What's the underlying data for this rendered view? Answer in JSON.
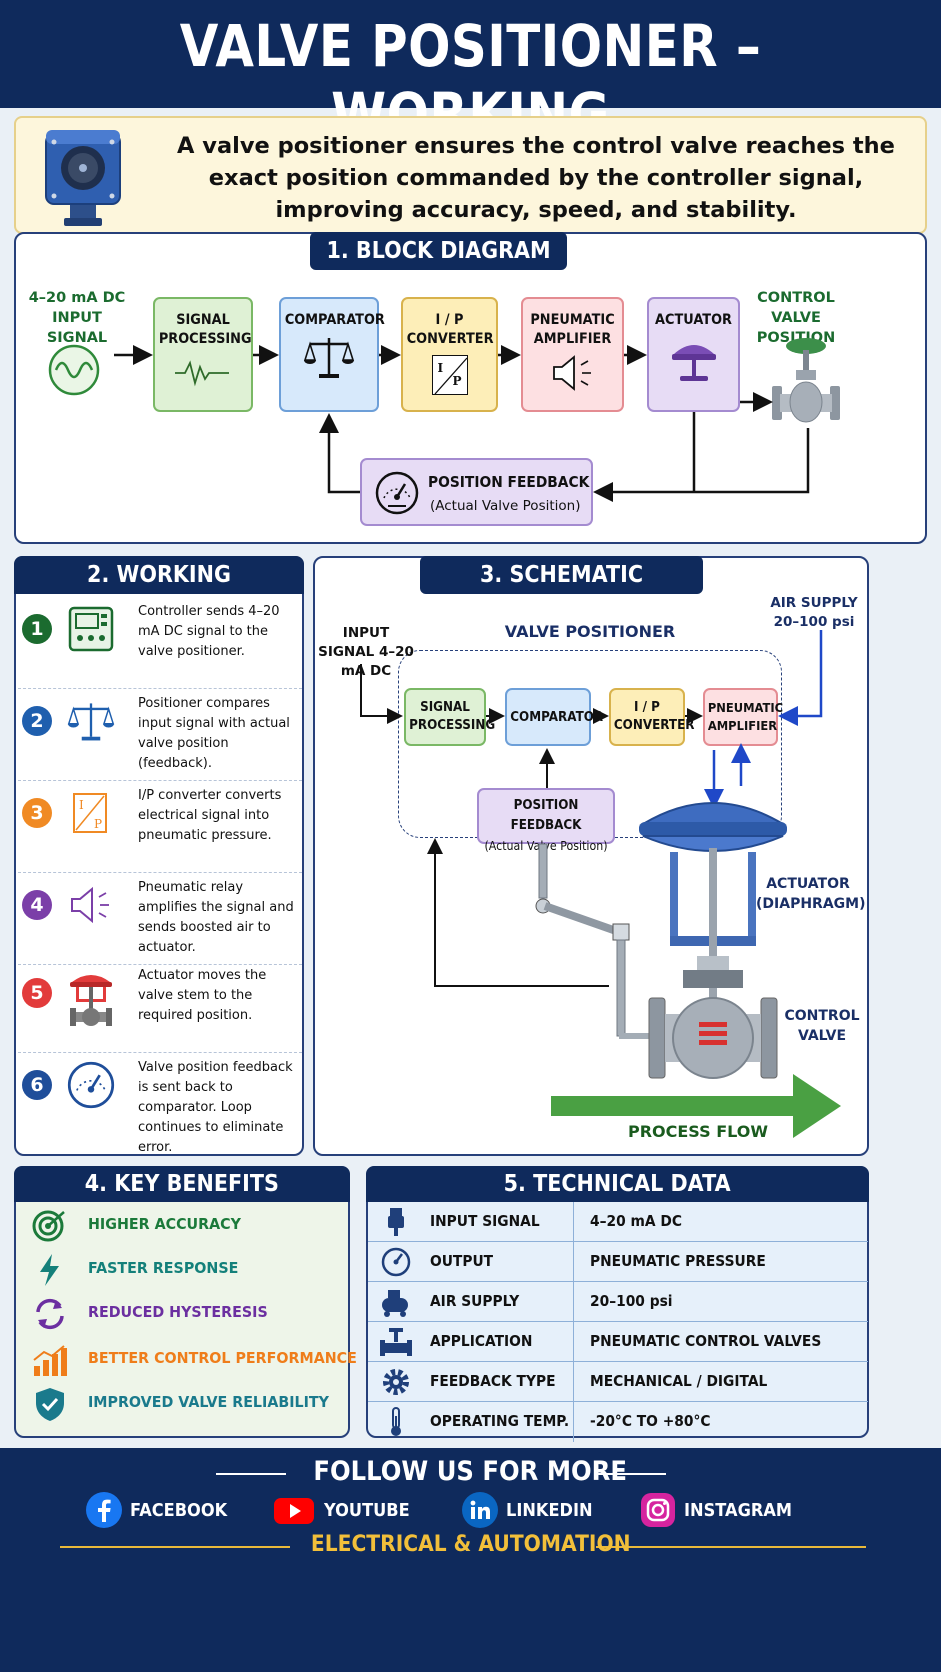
{
  "header": {
    "title": "VALVE POSITIONER – WORKING"
  },
  "intro": {
    "text": "A valve positioner ensures the control valve reaches the exact position commanded by the controller signal, improving accuracy, speed, and stability."
  },
  "block_diagram": {
    "title": "1. BLOCK DIAGRAM",
    "input_label": "4–20 mA DC INPUT SIGNAL",
    "output_label": "CONTROL VALVE POSITION",
    "blocks": [
      "SIGNAL PROCESSING",
      "COMPARATOR",
      "I / P CONVERTER",
      "PNEUMATIC AMPLIFIER",
      "ACTUATOR"
    ],
    "feedback_title": "POSITION FEEDBACK",
    "feedback_sub": "(Actual Valve Position)",
    "ip_top": "I",
    "ip_bottom": "P"
  },
  "sequence": {
    "title": "2. WORKING SEQUENCE",
    "steps": [
      {
        "num": "1",
        "text": "Controller sends 4–20 mA DC signal to the valve positioner.",
        "icon": "controller-icon",
        "color": "#1b6b2f"
      },
      {
        "num": "2",
        "text": "Positioner compares input signal with actual valve position (feedback).",
        "icon": "balance-scale-icon",
        "color": "#1f5fae"
      },
      {
        "num": "3",
        "text": "I/P converter converts electrical signal into pneumatic pressure.",
        "icon": "ip-converter-icon",
        "color": "#f08a24"
      },
      {
        "num": "4",
        "text": "Pneumatic relay amplifies the signal and sends boosted air to actuator.",
        "icon": "speaker-icon",
        "color": "#7b3fa8"
      },
      {
        "num": "5",
        "text": "Actuator moves the valve stem to the required position.",
        "icon": "actuator-valve-icon",
        "color": "#e23b3b"
      },
      {
        "num": "6",
        "text": "Valve position feedback is sent back to comparator. Loop continues to eliminate error.",
        "icon": "gauge-icon",
        "color": "#1f4e9a"
      }
    ]
  },
  "schematic": {
    "title": "3. SCHEMATIC DIAGRAM",
    "group_label": "VALVE POSITIONER",
    "input_label": "INPUT SIGNAL 4–20 mA DC",
    "air_label": "AIR SUPPLY 20–100 psi",
    "blocks": [
      "SIGNAL PROCESSING",
      "COMPARATOR",
      "I / P CONVERTER",
      "PNEUMATIC AMPLIFIER"
    ],
    "feedback_title": "POSITION FEEDBACK",
    "feedback_sub": "(Actual Valve Position)",
    "actuator_label": "ACTUATOR (DIAPHRAGM)",
    "valve_label": "CONTROL VALVE",
    "flow_label": "PROCESS FLOW"
  },
  "benefits": {
    "title": "4. KEY BENEFITS",
    "items": [
      {
        "text": "HIGHER ACCURACY",
        "color": "#1b7a3a",
        "icon": "target-icon"
      },
      {
        "text": "FASTER RESPONSE",
        "color": "#14807a",
        "icon": "lightning-icon"
      },
      {
        "text": "REDUCED HYSTERESIS",
        "color": "#6b2fa0",
        "icon": "cycle-arrows-icon"
      },
      {
        "text": "BETTER CONTROL PERFORMANCE",
        "color": "#ef7d1a",
        "icon": "bar-chart-icon"
      },
      {
        "text": "IMPROVED VALVE RELIABILITY",
        "color": "#1a7a8c",
        "icon": "shield-check-icon"
      }
    ]
  },
  "tech": {
    "title": "5. TECHNICAL DATA",
    "rows": [
      {
        "key": "INPUT SIGNAL",
        "value": "4–20 mA DC",
        "icon": "plug-icon"
      },
      {
        "key": "OUTPUT",
        "value": "PNEUMATIC PRESSURE",
        "icon": "gauge-icon"
      },
      {
        "key": "AIR SUPPLY",
        "value": "20–100 psi",
        "icon": "compressor-icon"
      },
      {
        "key": "APPLICATION",
        "value": "PNEUMATIC CONTROL VALVES",
        "icon": "valve-icon"
      },
      {
        "key": "FEEDBACK TYPE",
        "value": "MECHANICAL / DIGITAL",
        "icon": "gear-icon"
      },
      {
        "key": "OPERATING TEMP.",
        "value": "-20°C TO +80°C",
        "icon": "thermometer-icon"
      }
    ]
  },
  "footer": {
    "follow": "FOLLOW US FOR MORE",
    "brand": "ELECTRICAL & AUTOMATION",
    "social": [
      {
        "name": "FACEBOOK",
        "icon": "facebook-icon",
        "color": "#1877f2"
      },
      {
        "name": "YOUTUBE",
        "icon": "youtube-icon",
        "color": "#ff0000"
      },
      {
        "name": "LINKEDIN",
        "icon": "linkedin-icon",
        "color": "#0a66c2"
      },
      {
        "name": "INSTAGRAM",
        "icon": "instagram-icon",
        "color": "#d6249f"
      }
    ]
  }
}
